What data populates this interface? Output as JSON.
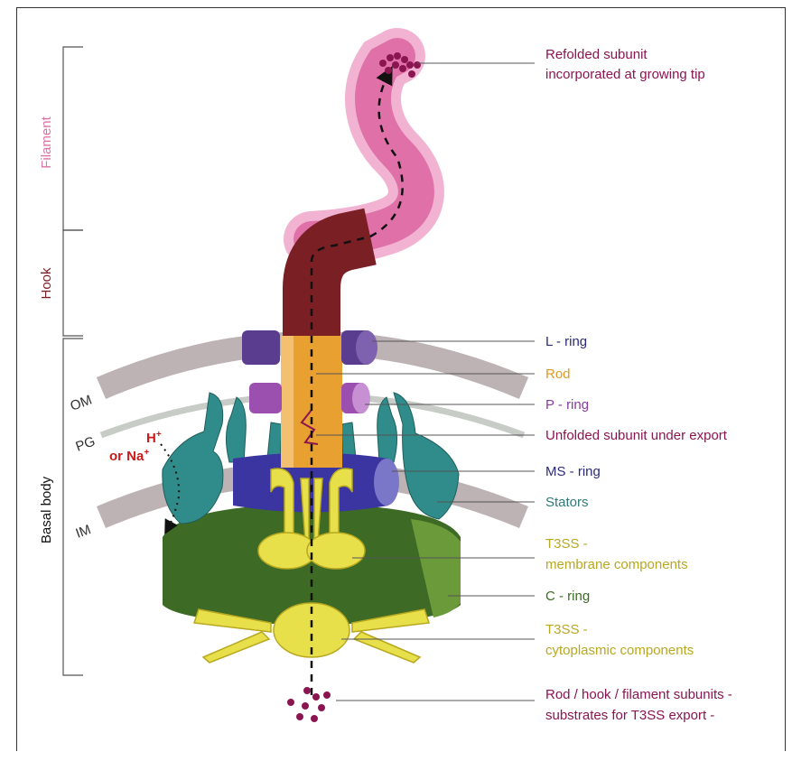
{
  "sections": {
    "filament": "Filament",
    "hook": "Hook",
    "basal_body": "Basal body"
  },
  "membranes": {
    "om": "OM",
    "pg": "PG",
    "im": "IM"
  },
  "ions": {
    "h": "H",
    "na_prefix": "or Na",
    "charge": "+"
  },
  "labels": {
    "refolded_1": "Refolded subunit",
    "refolded_2": "incorporated at growing tip",
    "l_ring": "L - ring",
    "rod": "Rod",
    "p_ring": "P - ring",
    "unfolded": "Unfolded subunit under export",
    "ms_ring": "MS - ring",
    "stators": "Stators",
    "t3ss_membrane_1": "T3SS -",
    "t3ss_membrane_2": "membrane components",
    "c_ring": "C - ring",
    "t3ss_cyto_1": "T3SS -",
    "t3ss_cyto_2": "cytoplasmic components",
    "substrates_1": "Rod / hook / filament subunits -",
    "substrates_2": "substrates for T3SS export -"
  },
  "colors": {
    "filament": "#e070a8",
    "filament_edge": "#f2b3d2",
    "hook": "#7a1f24",
    "rod": "#e8a030",
    "l_ring": "#5b3d8f",
    "p_ring": "#9b4fae",
    "ms_ring": "#3a35a0",
    "stator": "#2f8c8a",
    "c_ring": "#3d6b25",
    "t3ss": "#e8e04a",
    "membrane": "#bdb2b4",
    "subunit": "#8a1550",
    "text_magenta": "#8a1550",
    "text_navy": "#2a2a7a",
    "text_orange": "#e09a20",
    "text_purple": "#8a3aa0",
    "text_teal": "#2f7a78",
    "text_olive": "#b8a820",
    "text_green": "#3d6b25",
    "ion_red": "#cc1a1a"
  }
}
